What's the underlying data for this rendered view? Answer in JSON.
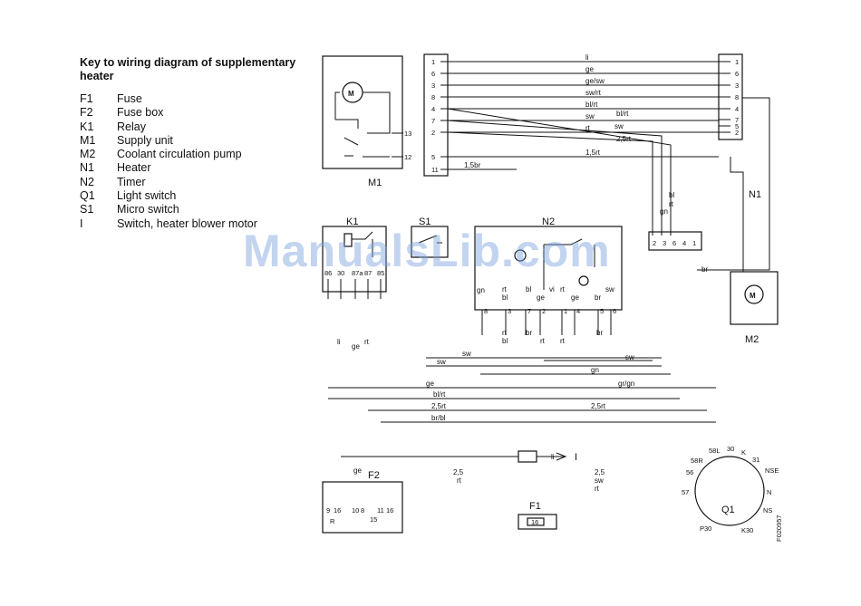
{
  "key": {
    "title": "Key to wiring diagram of supplementary heater",
    "items": [
      {
        "code": "F1",
        "desc": "Fuse"
      },
      {
        "code": "F2",
        "desc": "Fuse box"
      },
      {
        "code": "K1",
        "desc": "Relay"
      },
      {
        "code": "M1",
        "desc": "Supply unit"
      },
      {
        "code": "M2",
        "desc": "Coolant circulation pump"
      },
      {
        "code": "N1",
        "desc": "Heater"
      },
      {
        "code": "N2",
        "desc": "Timer"
      },
      {
        "code": "Q1",
        "desc": "Light switch"
      },
      {
        "code": "S1",
        "desc": "Micro switch"
      },
      {
        "code": "I",
        "desc": "Switch, heater blower motor"
      }
    ]
  },
  "components": {
    "m1": "M1",
    "n1": "N1",
    "k1": "K1",
    "s1": "S1",
    "n2": "N2",
    "m2": "M2",
    "f1": "F1",
    "f2": "F2",
    "q1": "Q1",
    "i": "I"
  },
  "connector_left_pins": [
    "1",
    "6",
    "3",
    "8",
    "4",
    "7",
    "2",
    "5",
    "11"
  ],
  "connector_right_pins": [
    "1",
    "6",
    "3",
    "8",
    "4",
    "7",
    "5",
    "2"
  ],
  "m1_pins": [
    "13",
    "12"
  ],
  "harness_wires": [
    "li",
    "ge",
    "ge/sw",
    "sw/rt",
    "bl/rt",
    "sw",
    "rt",
    "1,5rt"
  ],
  "extra_wires": {
    "blrt2": "bl/rt",
    "sw2": "sw",
    "rt25": "2,5rt",
    "br15": "1,5br",
    "n1_bl": "bl",
    "n1_rt": "rt",
    "n1_gn": "gn",
    "n1_br": "br"
  },
  "k1_pins": [
    "86",
    "30",
    "87a",
    "87",
    "85"
  ],
  "k1_wires": [
    "li",
    "ge",
    "rt"
  ],
  "n2_pins": [
    "8",
    "3",
    "7",
    "2",
    "1",
    "4",
    "5",
    "6"
  ],
  "n2_upper_wires": [
    "gn",
    "rt",
    "bl",
    "bl",
    "ge",
    "vi",
    "rt",
    "ge",
    "br",
    "sw"
  ],
  "n2_lower_wires": [
    "rt",
    "bl",
    "br",
    "rt",
    "rt",
    "br"
  ],
  "connector_mid_pins": [
    "2",
    "3",
    "6",
    "4",
    "1"
  ],
  "bus_wires": [
    "sw",
    "sw",
    "sw",
    "gn",
    "ge",
    "bl/rt",
    "2,5rt",
    "2,5rt",
    "br/bl",
    "gr/gn",
    "li"
  ],
  "f2_wires": [
    "ge",
    "2,5",
    "rt",
    "2,5",
    "sw",
    "rt"
  ],
  "f2_fuses": [
    "9",
    "16",
    "10",
    "8",
    "11",
    "16",
    "15",
    "R"
  ],
  "f1_rating": "16",
  "q1_terminals": [
    "30",
    "58L",
    "K",
    "31",
    "58R",
    "56",
    "NSE",
    "57",
    "N",
    "NS",
    "P30",
    "K30"
  ],
  "ref_code": "F020957",
  "watermark": "ManualsLib.com"
}
